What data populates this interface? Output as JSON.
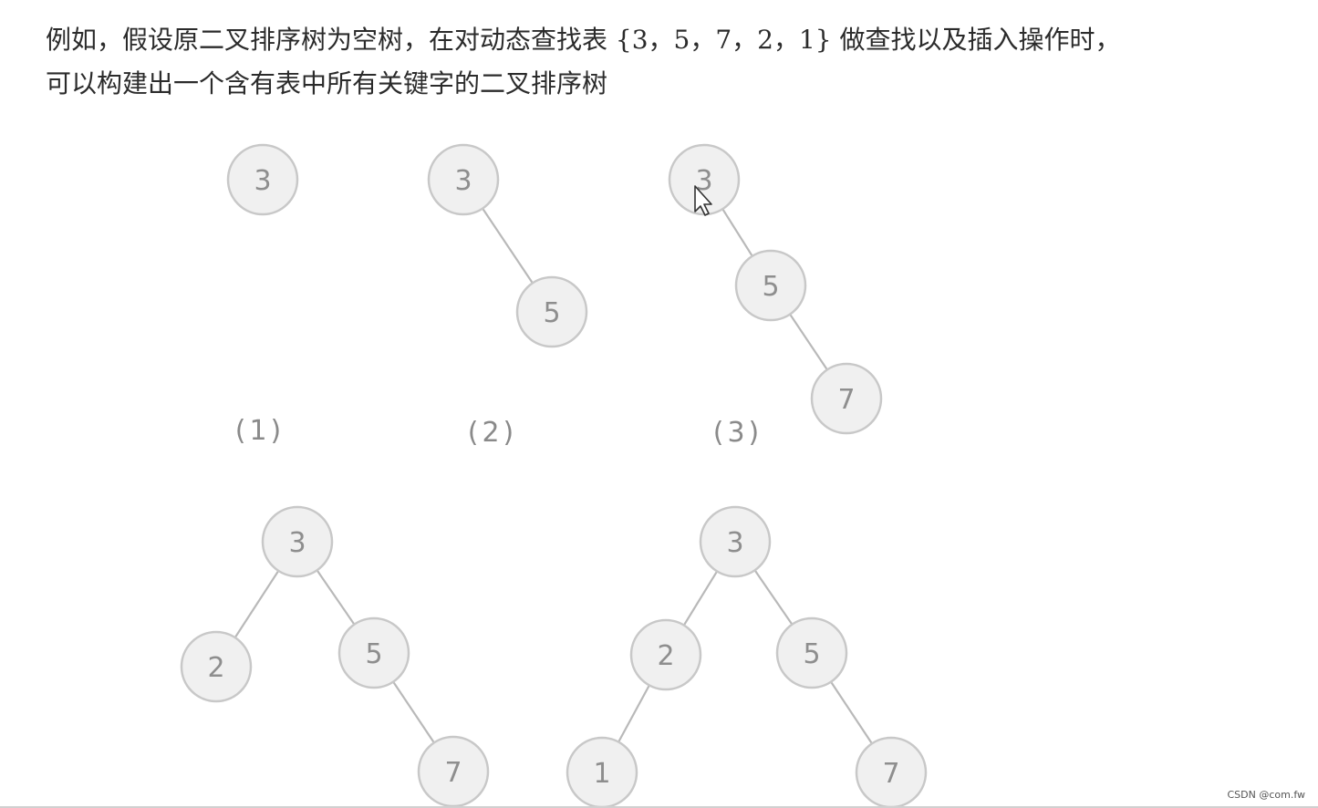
{
  "intro": {
    "line1": "例如，假设原二叉排序树为空树，在对动态查找表 {3，5，7，2，1} 做查找以及插入操作时，",
    "line2": "可以构建出一个含有表中所有关键字的二叉排序树"
  },
  "trees": [
    {
      "caption": "(1)",
      "nodes": [
        {
          "id": "a3",
          "label": "3"
        }
      ],
      "edges": []
    },
    {
      "caption": "(2)",
      "nodes": [
        {
          "id": "b3",
          "label": "3"
        },
        {
          "id": "b5",
          "label": "5"
        }
      ],
      "edges": [
        [
          "b3",
          "b5"
        ]
      ]
    },
    {
      "caption": "(3)",
      "nodes": [
        {
          "id": "c3",
          "label": "3"
        },
        {
          "id": "c5",
          "label": "5"
        },
        {
          "id": "c7",
          "label": "7"
        }
      ],
      "edges": [
        [
          "c3",
          "c5"
        ],
        [
          "c5",
          "c7"
        ]
      ]
    },
    {
      "caption": "",
      "nodes": [
        {
          "id": "d3",
          "label": "3"
        },
        {
          "id": "d2",
          "label": "2"
        },
        {
          "id": "d5",
          "label": "5"
        },
        {
          "id": "d7",
          "label": "7"
        }
      ],
      "edges": [
        [
          "d3",
          "d2"
        ],
        [
          "d3",
          "d5"
        ],
        [
          "d5",
          "d7"
        ]
      ]
    },
    {
      "caption": "",
      "nodes": [
        {
          "id": "e3",
          "label": "3"
        },
        {
          "id": "e2",
          "label": "2"
        },
        {
          "id": "e5",
          "label": "5"
        },
        {
          "id": "e1",
          "label": "1"
        },
        {
          "id": "e7",
          "label": "7"
        }
      ],
      "edges": [
        [
          "e3",
          "e2"
        ],
        [
          "e3",
          "e5"
        ],
        [
          "e2",
          "e1"
        ],
        [
          "e5",
          "e7"
        ]
      ]
    }
  ],
  "watermark": "CSDN @com.fw"
}
